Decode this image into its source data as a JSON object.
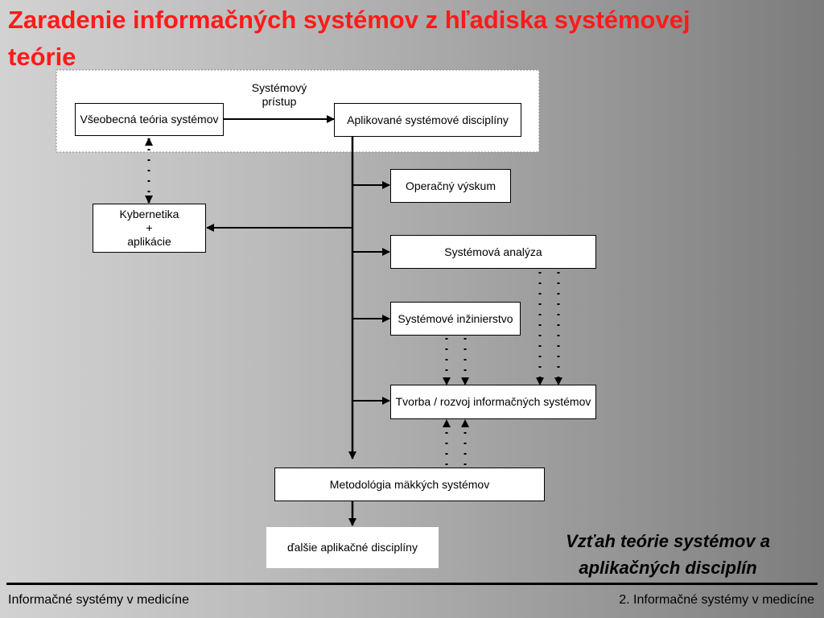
{
  "slide": {
    "title": "Zaradenie informačných systémov z hľadiska systémovej teórie",
    "caption": "Vzťah teórie systémov a aplikačných disciplín"
  },
  "diagram": {
    "edge_label": "Systémový prístup",
    "nodes": {
      "general_theory": "Všeobecná teória systémov",
      "applied_disciplines": "Aplikované systémové disciplíny",
      "operations_research": "Operačný výskum",
      "cybernetics": "Kybernetika\n+\naplikácie",
      "systems_analysis": "Systémová analýza",
      "systems_engineering": "Systémové inžinierstvo",
      "is_development": "Tvorba / rozvoj informačných systémov",
      "soft_systems": "Metodológia mäkkých systémov",
      "other_disciplines": "ďalšie aplikačné disciplíny"
    },
    "colors": {
      "title": "#ff1a1a",
      "lines": "#000000",
      "box_fill": "#ffffff"
    }
  },
  "footer": {
    "left": "Informačné systémy v medicíne",
    "right": "2. Informačné systémy v medicíne"
  }
}
